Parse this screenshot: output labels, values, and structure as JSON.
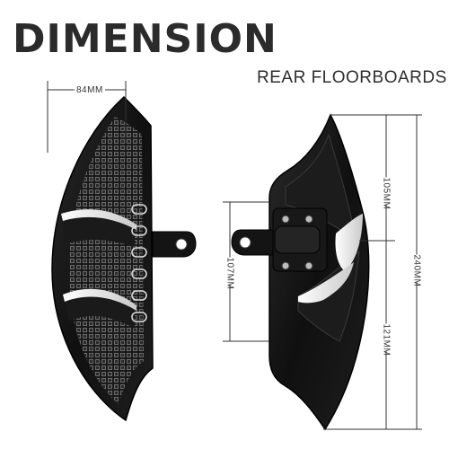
{
  "title": "DIMENSION",
  "subtitle": "REAR FLOORBOARDS",
  "dimensions": {
    "width": "84MM",
    "total_length": "240MM",
    "upper_length": "105MM",
    "lower_length": "121MM",
    "mount_length": "107MM"
  },
  "colors": {
    "metal": "#141414",
    "accent_line": "#cfcfcf",
    "text": "#2b2b2b"
  }
}
